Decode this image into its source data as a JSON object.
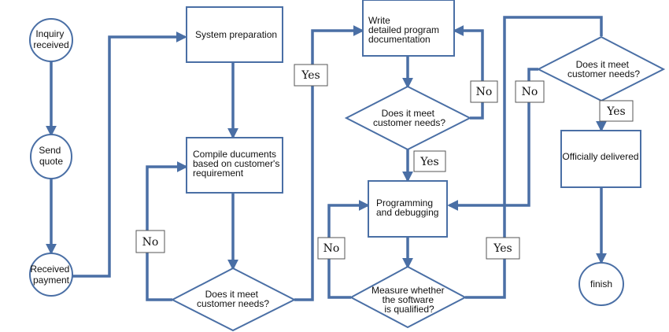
{
  "nodes": {
    "inquiry": [
      "Inquiry",
      "received"
    ],
    "send_quote": [
      "Send",
      "quote"
    ],
    "received_payment": [
      "Received",
      "payment"
    ],
    "system_prep": [
      "System preparation"
    ],
    "compile_docs": [
      "Compile ducuments",
      "based on customer's",
      "requirement"
    ],
    "decision_1": [
      "Does it meet",
      "customer needs?"
    ],
    "write_docs": [
      "Write",
      "detailed program",
      "documentation"
    ],
    "decision_2": [
      "Does it meet",
      "customer needs?"
    ],
    "programming": [
      "Programming",
      "and debugging"
    ],
    "measure": [
      "Measure whether",
      "the software",
      "is qualified?"
    ],
    "decision_3": [
      "Does it meet",
      "customer needs?"
    ],
    "officially_delivered": [
      "Officially delivered"
    ],
    "finish": [
      "finish"
    ]
  },
  "edge_labels": {
    "yes_1": "Yes",
    "no_1": "No",
    "no_2": "No",
    "yes_2": "Yes",
    "no_3": "No",
    "yes_3": "Yes",
    "no_4": "No",
    "yes_4": "Yes"
  },
  "colors": {
    "line": "#4a6fa5",
    "shape_fill": "#ffffff",
    "text": "#111111"
  }
}
